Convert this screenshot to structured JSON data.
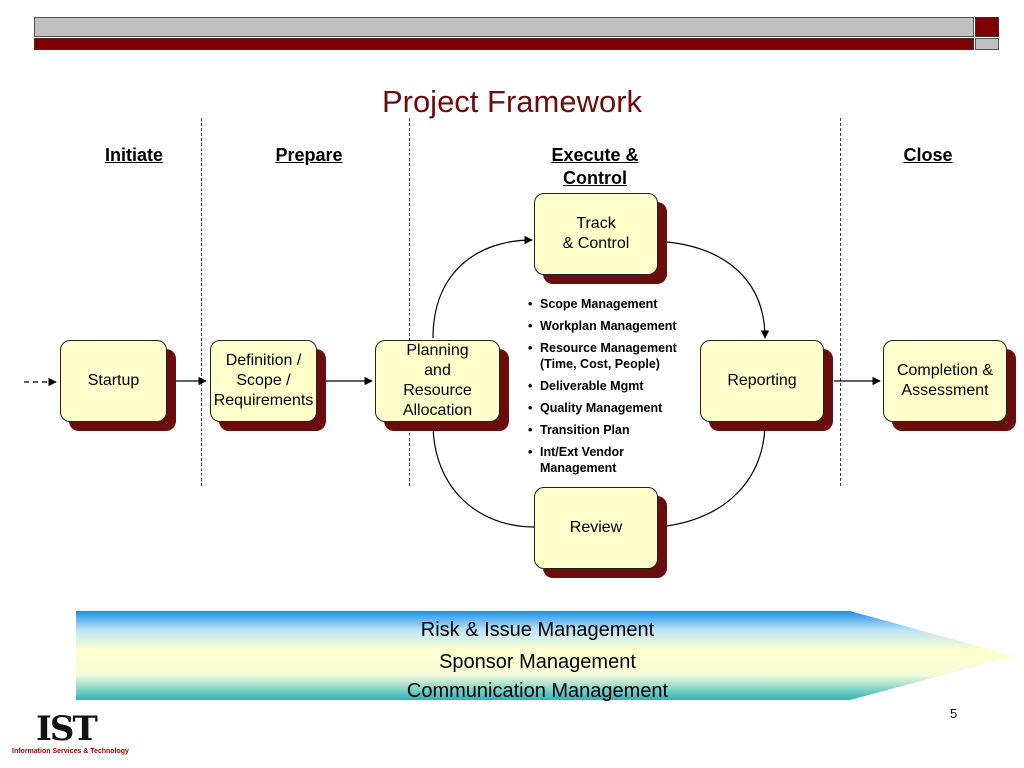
{
  "title": "Project Framework",
  "phases": {
    "initiate": "Initiate",
    "prepare": "Prepare",
    "execute_line1": "Execute &",
    "execute_line2": "Control",
    "close": "Close"
  },
  "boxes": {
    "startup": "Startup",
    "definition": "Definition /\nScope /\nRequirements",
    "planning": "Planning\nand\nResource\nAllocation",
    "track": "Track\n& Control",
    "reporting": "Reporting",
    "review": "Review",
    "completion": "Completion &\nAssessment"
  },
  "bullets": [
    "Scope Management",
    "Workplan Management",
    "Resource Management\n(Time, Cost, People)",
    "Deliverable Mgmt",
    "Quality Management",
    "Transition Plan",
    "Int/Ext Vendor\nManagement"
  ],
  "banner": {
    "line1": "Risk & Issue Management",
    "line2": "Sponsor Management",
    "line3": "Communication Management"
  },
  "footer": {
    "logo": "IST",
    "logo_sub": "Information Services & Technology",
    "page_number": "5"
  },
  "colors": {
    "accent_dark_red": "#800000",
    "box_fill": "#ffffcc",
    "title_color": "#6b0d0d"
  }
}
